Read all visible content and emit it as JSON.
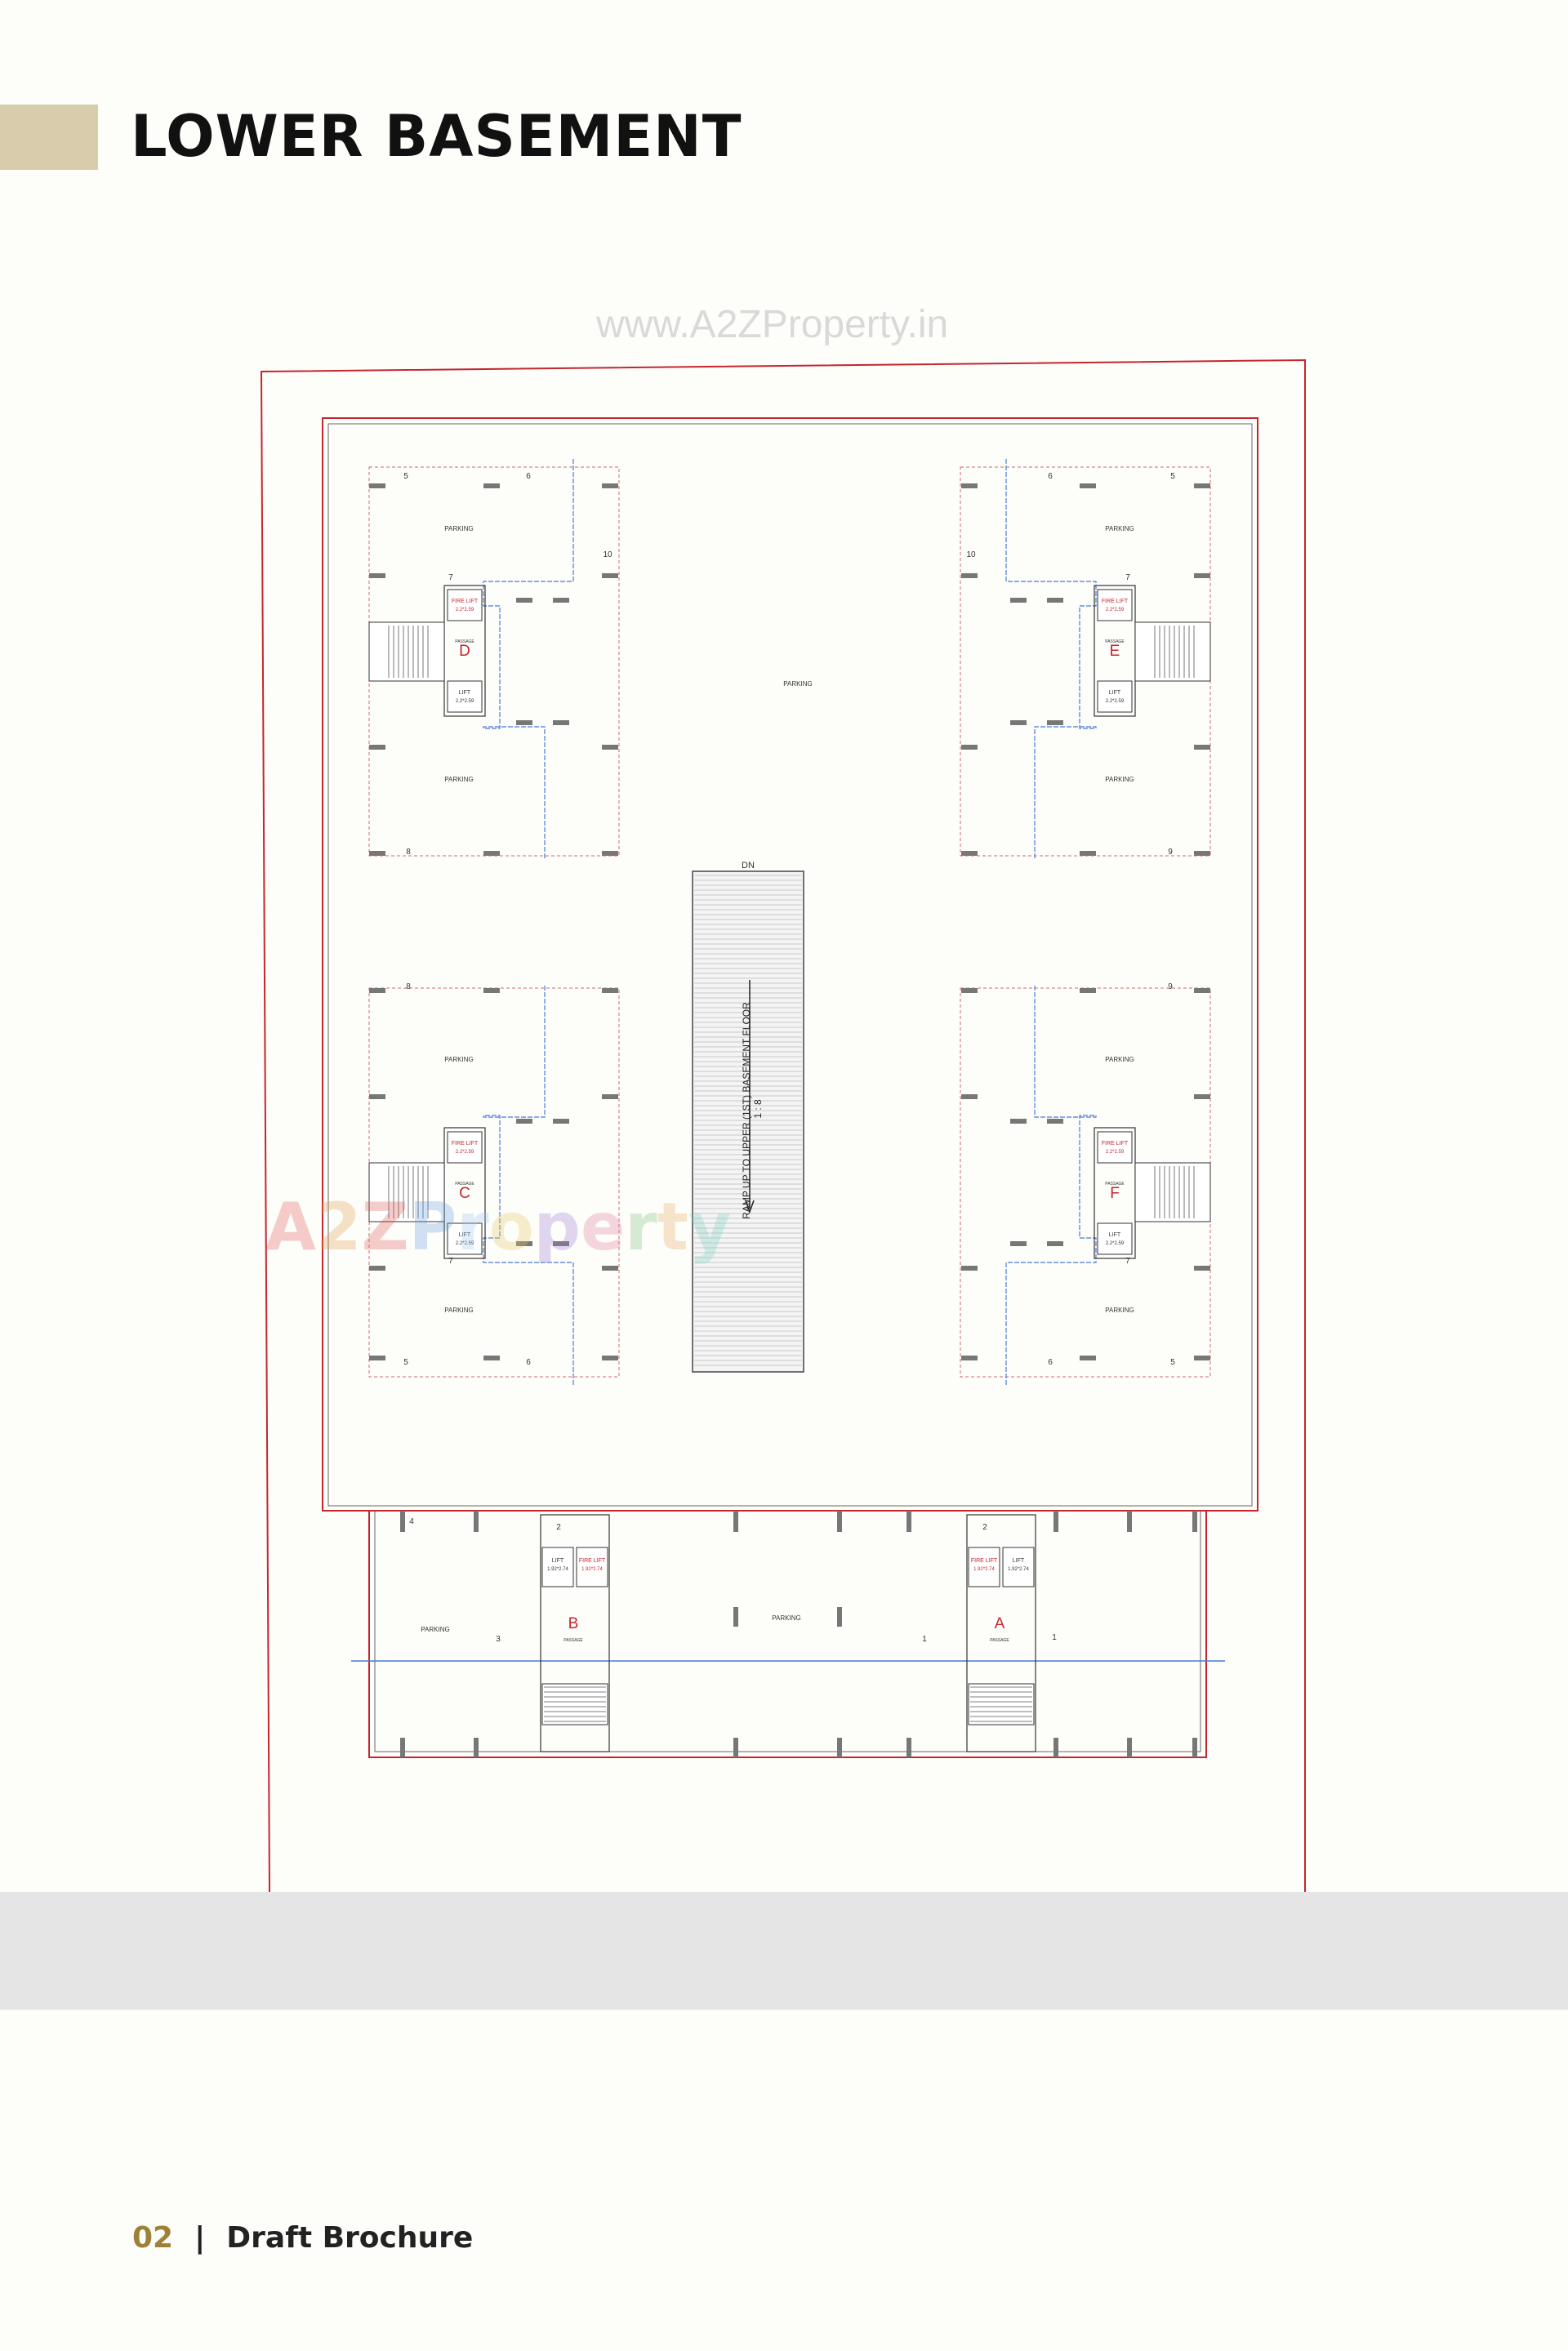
{
  "page": {
    "title": "LOWER BASEMENT"
  },
  "watermark": {
    "url": "www.A2ZProperty.in",
    "logo_letters": [
      "A",
      "2",
      "Z",
      "P",
      "r",
      "o",
      "p",
      "e",
      "r",
      "t",
      "y"
    ]
  },
  "plan": {
    "parking_label": "PARKING",
    "lift_label": "LIFT",
    "fire_lift_label": "FIRE LIFT",
    "lift_spec_upper": "2.2*2.59",
    "lift_spec_lower": "1.92*2.74",
    "passage_label": "PASSAGE",
    "ramp_top_label": "DN",
    "ramp_label": "RAMP UP TO UPPER (1ST) BASEMENT FLOOR",
    "ramp_gradient": "1 : 8",
    "blocks": [
      "D",
      "E",
      "C",
      "F",
      "B",
      "A"
    ],
    "marker_numbers": [
      "1",
      "2",
      "3",
      "4",
      "5",
      "6",
      "7",
      "8",
      "9",
      "10"
    ]
  },
  "footer": {
    "page_number": "02",
    "separator": "|",
    "doc_name": "Draft Brochure"
  },
  "colors": {
    "accent": "#d8ccad",
    "boundary_red": "#c4262e",
    "footer_gold": "#9c8136"
  }
}
